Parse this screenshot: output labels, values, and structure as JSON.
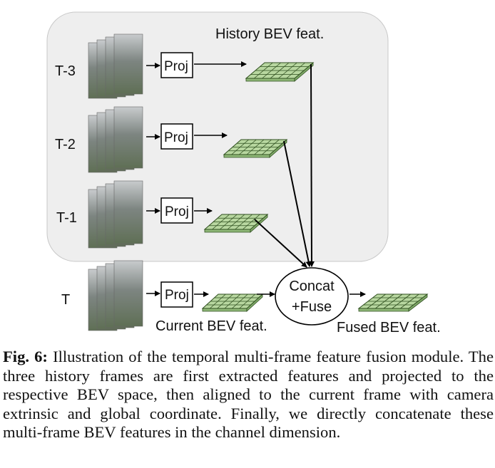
{
  "figure": {
    "history_label": "History BEV feat.",
    "current_label": "Current BEV feat.",
    "fused_label": "Fused BEV feat.",
    "frames": [
      "T-3",
      "T-2",
      "T-1",
      "T"
    ],
    "proj_label": "Proj",
    "fuse_line1": "Concat",
    "fuse_line2": "+Fuse",
    "colors": {
      "history_panel": "#eeeeee",
      "grid_fill": "#b8d7a0",
      "grid_line": "#2f4f1f"
    }
  },
  "caption": {
    "label": "Fig. 6:",
    "text": "Illustration of the temporal multi-frame feature fusion module. The three history frames are first extracted features and projected to the respective BEV space, then aligned to the current frame with camera extrinsic and global coordinate. Finally, we directly concatenate these multi-frame BEV features in the channel dimension."
  }
}
